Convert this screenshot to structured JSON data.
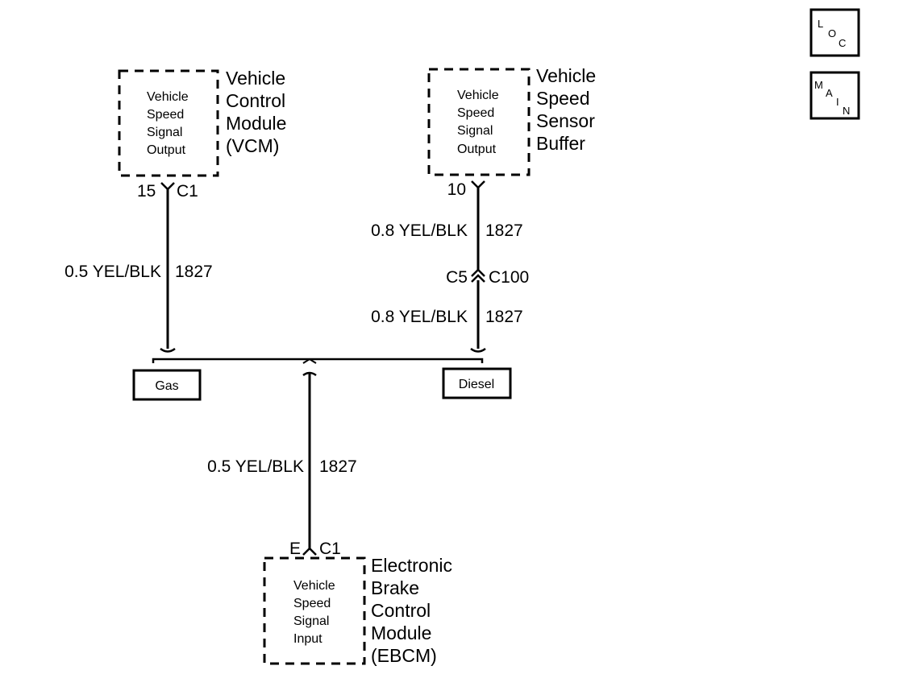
{
  "nav_icons": {
    "loc": {
      "l": "L",
      "o": "O",
      "c": "C"
    },
    "main": {
      "m": "M",
      "a": "A",
      "i": "I",
      "n": "N"
    }
  },
  "vcm": {
    "inner": [
      "Vehicle",
      "Speed",
      "Signal",
      "Output"
    ],
    "name": [
      "Vehicle",
      "Control",
      "Module",
      "(VCM)"
    ],
    "pin": "15",
    "connector": "C1"
  },
  "vssb": {
    "inner": [
      "Vehicle",
      "Speed",
      "Signal",
      "Output"
    ],
    "name": [
      "Vehicle",
      "Speed",
      "Sensor",
      "Buffer"
    ],
    "pin": "10"
  },
  "ebcm": {
    "inner": [
      "Vehicle",
      "Speed",
      "Signal",
      "Input"
    ],
    "name": [
      "Electronic",
      "Brake",
      "Control",
      "Module",
      "(EBCM)"
    ],
    "pin": "E",
    "connector": "C1"
  },
  "inline_connector": {
    "pin": "C5",
    "name": "C100"
  },
  "wires": {
    "vcm_wire": {
      "size_color": "0.5 YEL/BLK",
      "circuit": "1827"
    },
    "vssb_upper": {
      "size_color": "0.8 YEL/BLK",
      "circuit": "1827"
    },
    "vssb_lower": {
      "size_color": "0.8 YEL/BLK",
      "circuit": "1827"
    },
    "ebcm_wire": {
      "size_color": "0.5 YEL/BLK",
      "circuit": "1827"
    }
  },
  "options": {
    "gas": "Gas",
    "diesel": "Diesel"
  }
}
